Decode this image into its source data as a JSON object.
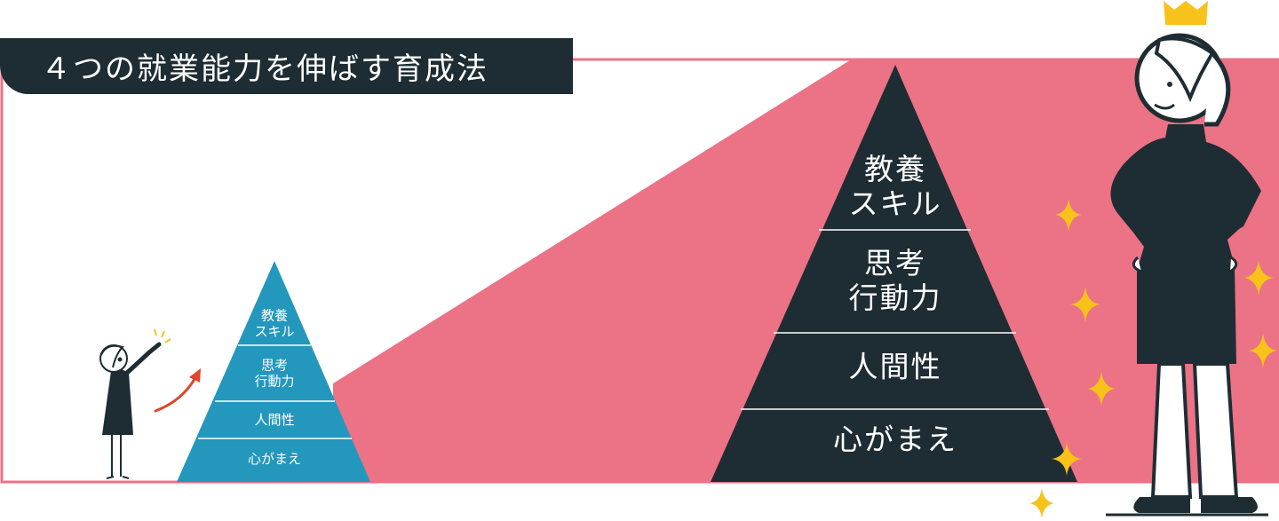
{
  "title": "４つの就業能力を伸ばす育成法",
  "colors": {
    "frame": "#ec7285",
    "title_bg": "#1e2d33",
    "small_pyramid": "#2497bd",
    "large_pyramid": "#1e2d33",
    "arrow": "#e0452d",
    "crown": "#f7c21a",
    "sparkle": "#f7c21a",
    "figure": "#1e2d33"
  },
  "small_pyramid": {
    "levels": [
      {
        "label": "教養\nスキル"
      },
      {
        "label": "思考\n行動力"
      },
      {
        "label": "人間性"
      },
      {
        "label": "心がまえ"
      }
    ]
  },
  "large_pyramid": {
    "levels": [
      {
        "label": "教養\nスキル"
      },
      {
        "label": "思考\n行動力"
      },
      {
        "label": "人間性"
      },
      {
        "label": "心がまえ"
      }
    ]
  },
  "icons": [
    "pointing-girl-icon",
    "growth-arrow-icon",
    "crown-icon",
    "sparkle-icon",
    "confident-girl-icon"
  ]
}
